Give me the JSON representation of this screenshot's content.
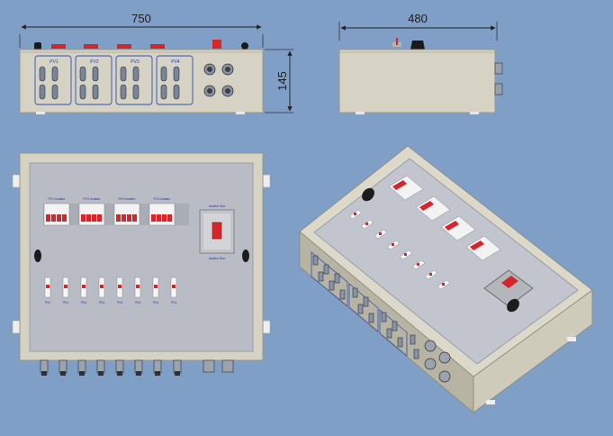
{
  "dimensions": {
    "top_width": "750",
    "side_width": "480",
    "top_height": "145"
  },
  "front_panel": {
    "breaker_labels": [
      "PV1 Isolator",
      "PV2 Isolator",
      "PV3 Isolator",
      "PV4 Isolator"
    ],
    "switch_label_top": "Isolator Box",
    "switch_label_bottom": "Isolator Box",
    "fuse_labels": [
      "PV1",
      "PV1",
      "PV2",
      "PV2",
      "PV3",
      "PV3",
      "PV4",
      "PV4"
    ]
  },
  "top_view": {
    "group_labels": [
      "PV1",
      "PV2",
      "PV3",
      "PV4"
    ]
  },
  "colors": {
    "background": "#7f9fc6",
    "enclosure": "#d7d3c4",
    "panel": "#b9bcc4",
    "breaker_red": "#d6262b"
  }
}
